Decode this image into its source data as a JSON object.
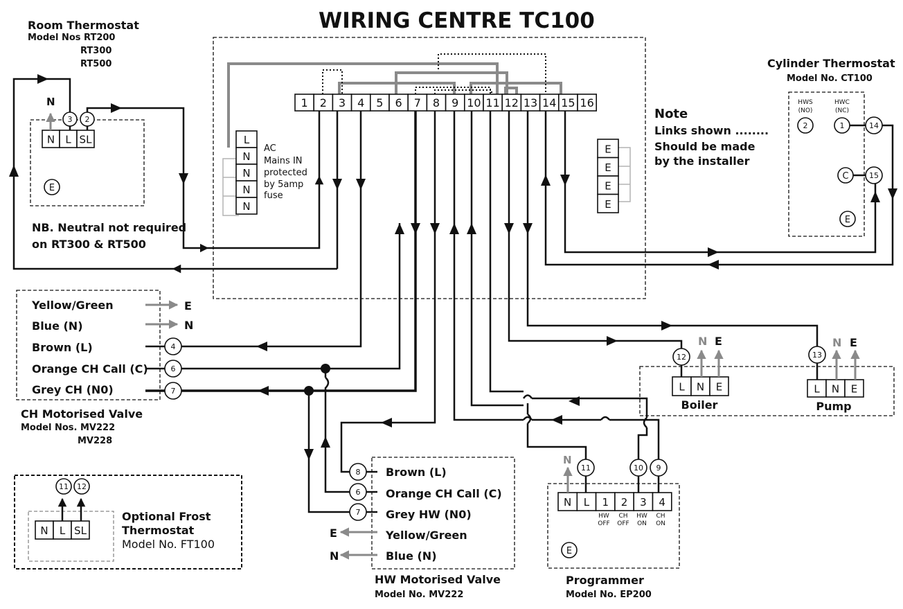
{
  "title": "WIRING CENTRE TC100",
  "terminal_strip": [
    "1",
    "2",
    "3",
    "4",
    "5",
    "6",
    "7",
    "8",
    "9",
    "10",
    "11",
    "12",
    "13",
    "14",
    "15",
    "16"
  ],
  "mains": {
    "terminals": [
      "L",
      "N",
      "N",
      "N",
      "N"
    ],
    "text": [
      "AC",
      "Mains IN",
      "protected",
      "by 5amp",
      "fuse"
    ]
  },
  "earth_block": [
    "E",
    "E",
    "E",
    "E"
  ],
  "note": {
    "heading": "Note",
    "lines": [
      "Links shown ........",
      "Should be made",
      "by the installer"
    ]
  },
  "room_thermostat": {
    "title": "Room Thermostat",
    "models": [
      "Model Nos RT200",
      "RT300",
      "RT500"
    ],
    "terminals": [
      "N",
      "L",
      "SL"
    ],
    "n_label": "N",
    "circles": [
      "3",
      "2"
    ],
    "earth": "E"
  },
  "nb": [
    "NB. Neutral not required",
    "on RT300 & RT500"
  ],
  "cylinder_thermostat": {
    "title": "Cylinder Thermostat",
    "model": "Model No. CT100",
    "hws": [
      "HWS",
      "(NO)"
    ],
    "hwc": [
      "HWC",
      "(NC)"
    ],
    "circles": [
      "2",
      "1",
      "14",
      "C",
      "15"
    ],
    "earth": "E"
  },
  "ch_valve": {
    "wires": [
      "Yellow/Green",
      "Blue (N)",
      "Brown (L)",
      "Orange CH Call (C)",
      "Grey CH (N0)"
    ],
    "to": [
      "E",
      "N"
    ],
    "circles": [
      "4",
      "6",
      "7"
    ],
    "title": "CH Motorised Valve",
    "models": [
      "Model Nos. MV222",
      "MV228"
    ]
  },
  "boiler": {
    "terminals": [
      "L",
      "N",
      "E"
    ],
    "circle": "12",
    "grey": "N",
    "earth": "E",
    "label": "Boiler"
  },
  "pump": {
    "terminals": [
      "L",
      "N",
      "E"
    ],
    "circle": "13",
    "grey": "N",
    "earth": "E",
    "label": "Pump"
  },
  "frost_thermostat": {
    "terminals": [
      "N",
      "L",
      "SL"
    ],
    "circles": [
      "11",
      "12"
    ],
    "lines": [
      "Optional Frost",
      "Thermostat",
      "Model No. FT100"
    ]
  },
  "hw_valve": {
    "wires": [
      "Brown (L)",
      "Orange CH Call (C)",
      "Grey HW (N0)",
      "Yellow/Green",
      "Blue (N)"
    ],
    "circles": [
      "8",
      "6",
      "7"
    ],
    "from": [
      "E",
      "N"
    ],
    "title": "HW Motorised Valve",
    "model": "Model No. MV222"
  },
  "programmer": {
    "terminals": [
      "N",
      "L",
      "1",
      "2",
      "3",
      "4"
    ],
    "captions": [
      [
        "HW",
        "OFF"
      ],
      [
        "CH",
        "OFF"
      ],
      [
        "HW",
        "ON"
      ],
      [
        "CH",
        "ON"
      ]
    ],
    "circles": [
      "11",
      "10",
      "9"
    ],
    "grey": "N",
    "earth": "E",
    "title": "Programmer",
    "model": "Model No. EP200"
  }
}
